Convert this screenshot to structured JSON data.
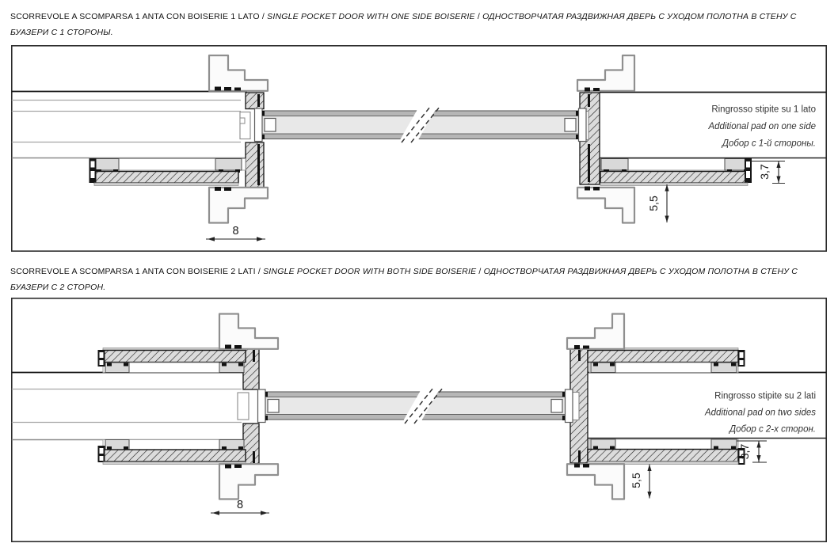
{
  "sections": [
    {
      "title": {
        "it": "SCORREVOLE A SCOMPARSA 1 ANTA CON BOISERIE 1 LATO",
        "sep": " / ",
        "en": "SINGLE POCKET DOOR WITH ONE SIDE BOISERIE",
        "ru": "ОДНОСТВОРЧАТАЯ РАЗДВИЖНАЯ ДВЕРЬ С УХОДОМ ПОЛОТНА В СТЕНУ С БУАЗЕРИ С 1 СТОРОНЫ."
      },
      "note": {
        "it": "Ringrosso stipite su 1 lato",
        "en": "Additional pad on one side",
        "ru": "Добор с 1-й стороны."
      },
      "dimensions": {
        "pocket_offset": "8",
        "pad_depth": "5,5",
        "pad_thickness": "3,7"
      }
    },
    {
      "title": {
        "it": "SCORREVOLE A SCOMPARSA 1 ANTA CON BOISERIE 2 LATI",
        "sep": " / ",
        "en": "SINGLE POCKET DOOR WITH BOTH SIDE BOISERIE",
        "ru": "ОДНОСТВОРЧАТАЯ РАЗДВИЖНАЯ ДВЕРЬ С УХОДОМ ПОЛОТНА В СТЕНУ С БУАЗЕРИ С 2 СТОРОН."
      },
      "note": {
        "it": "Ringrosso stipite su 2 lati",
        "en": "Additional pad on two sides",
        "ru": "Добор с 2-х сторон."
      },
      "dimensions": {
        "pocket_offset": "8",
        "pad_depth": "5,5",
        "pad_thickness": "3,7"
      }
    }
  ],
  "colors": {
    "line_black": "#1a1a1a",
    "line_gray": "#a6a6a6",
    "hatch_fill": "#dcdcdc",
    "door_core": "#e8e8e8",
    "door_skin": "#b6b6b6",
    "profile_stroke": "#8f8f8f",
    "rail_block": "#d9d9d9",
    "text": "#333333"
  }
}
